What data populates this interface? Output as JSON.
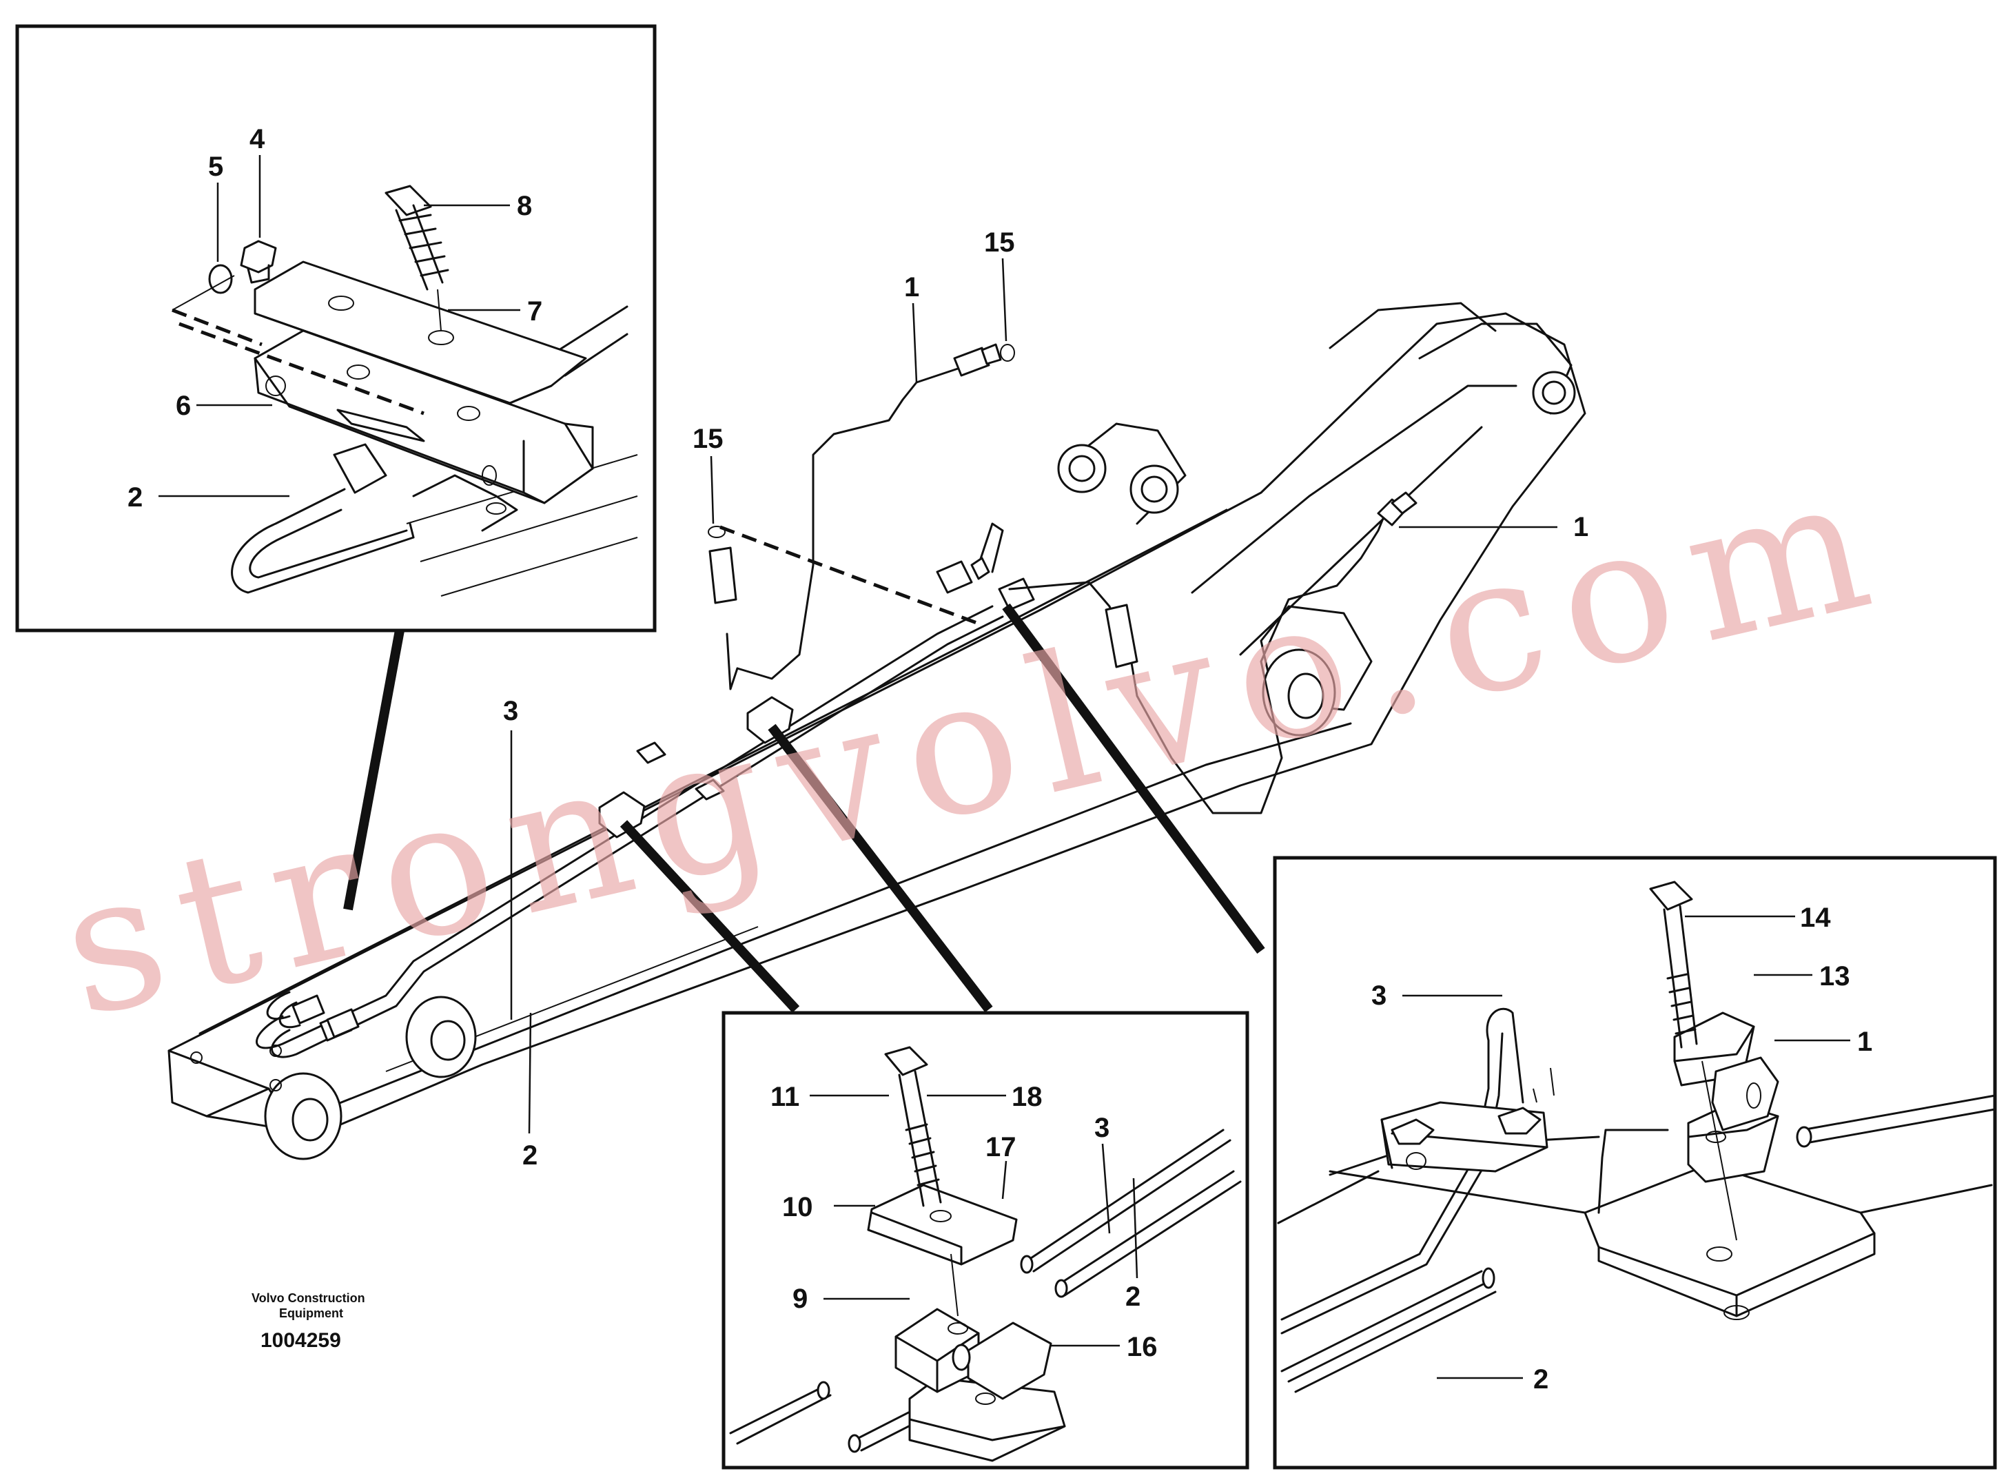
{
  "caption": {
    "line1": "Volvo Construction",
    "line2": "Equipment",
    "part_number": "1004259"
  },
  "watermark": "strongvolvo.com",
  "callouts": {
    "main_1a": "1",
    "main_15a": "15",
    "main_15b": "15",
    "main_1b": "1",
    "main_3": "3",
    "main_2": "2",
    "tl_5": "5",
    "tl_4": "4",
    "tl_8": "8",
    "tl_7": "7",
    "tl_6": "6",
    "tl_2": "2",
    "bm_11": "11",
    "bm_18": "18",
    "bm_17": "17",
    "bm_3": "3",
    "bm_10": "10",
    "bm_9": "9",
    "bm_2": "2",
    "bm_16": "16",
    "br_14": "14",
    "br_13": "13",
    "br_3": "3",
    "br_1": "1",
    "br_2": "2"
  }
}
